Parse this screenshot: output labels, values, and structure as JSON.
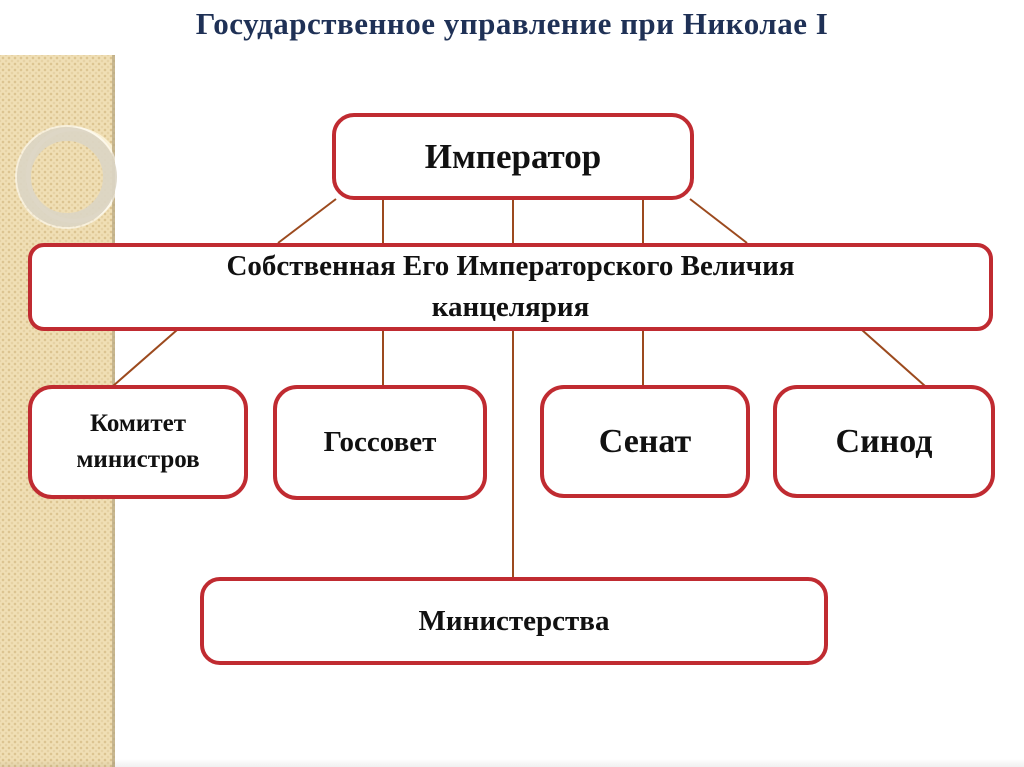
{
  "slide": {
    "title": "Государственное управление при Николае I"
  },
  "diagram": {
    "nodes": {
      "emperor": {
        "label": "Император"
      },
      "chancellery": {
        "label": "Собственная Его Императорского Величия канцелярия",
        "lines": [
          "Собственная Его Императорского Величия",
          "канцелярия"
        ]
      },
      "committee_of_ministers": {
        "label": "Комитет министров",
        "lines": [
          "Комитет",
          "министров"
        ]
      },
      "state_council": {
        "label": "Госсовет"
      },
      "senate": {
        "label": "Сенат"
      },
      "synod": {
        "label": "Синод"
      },
      "ministries": {
        "label": "Министерства"
      }
    },
    "edges": [
      {
        "from": "emperor",
        "to": "chancellery"
      },
      {
        "from": "chancellery",
        "to": "committee_of_ministers"
      },
      {
        "from": "chancellery",
        "to": "state_council"
      },
      {
        "from": "chancellery",
        "to": "senate"
      },
      {
        "from": "chancellery",
        "to": "synod"
      },
      {
        "from": "chancellery",
        "to": "ministries"
      }
    ]
  },
  "colors": {
    "background": "#FFFFFF",
    "title_text": "#1F3156",
    "box_border": "#C02B31",
    "box_fill": "#FFFFFF",
    "box_text": "#111111",
    "connector_line": "#9C4A1E",
    "sidebar_beige": "#F0DFB5"
  }
}
